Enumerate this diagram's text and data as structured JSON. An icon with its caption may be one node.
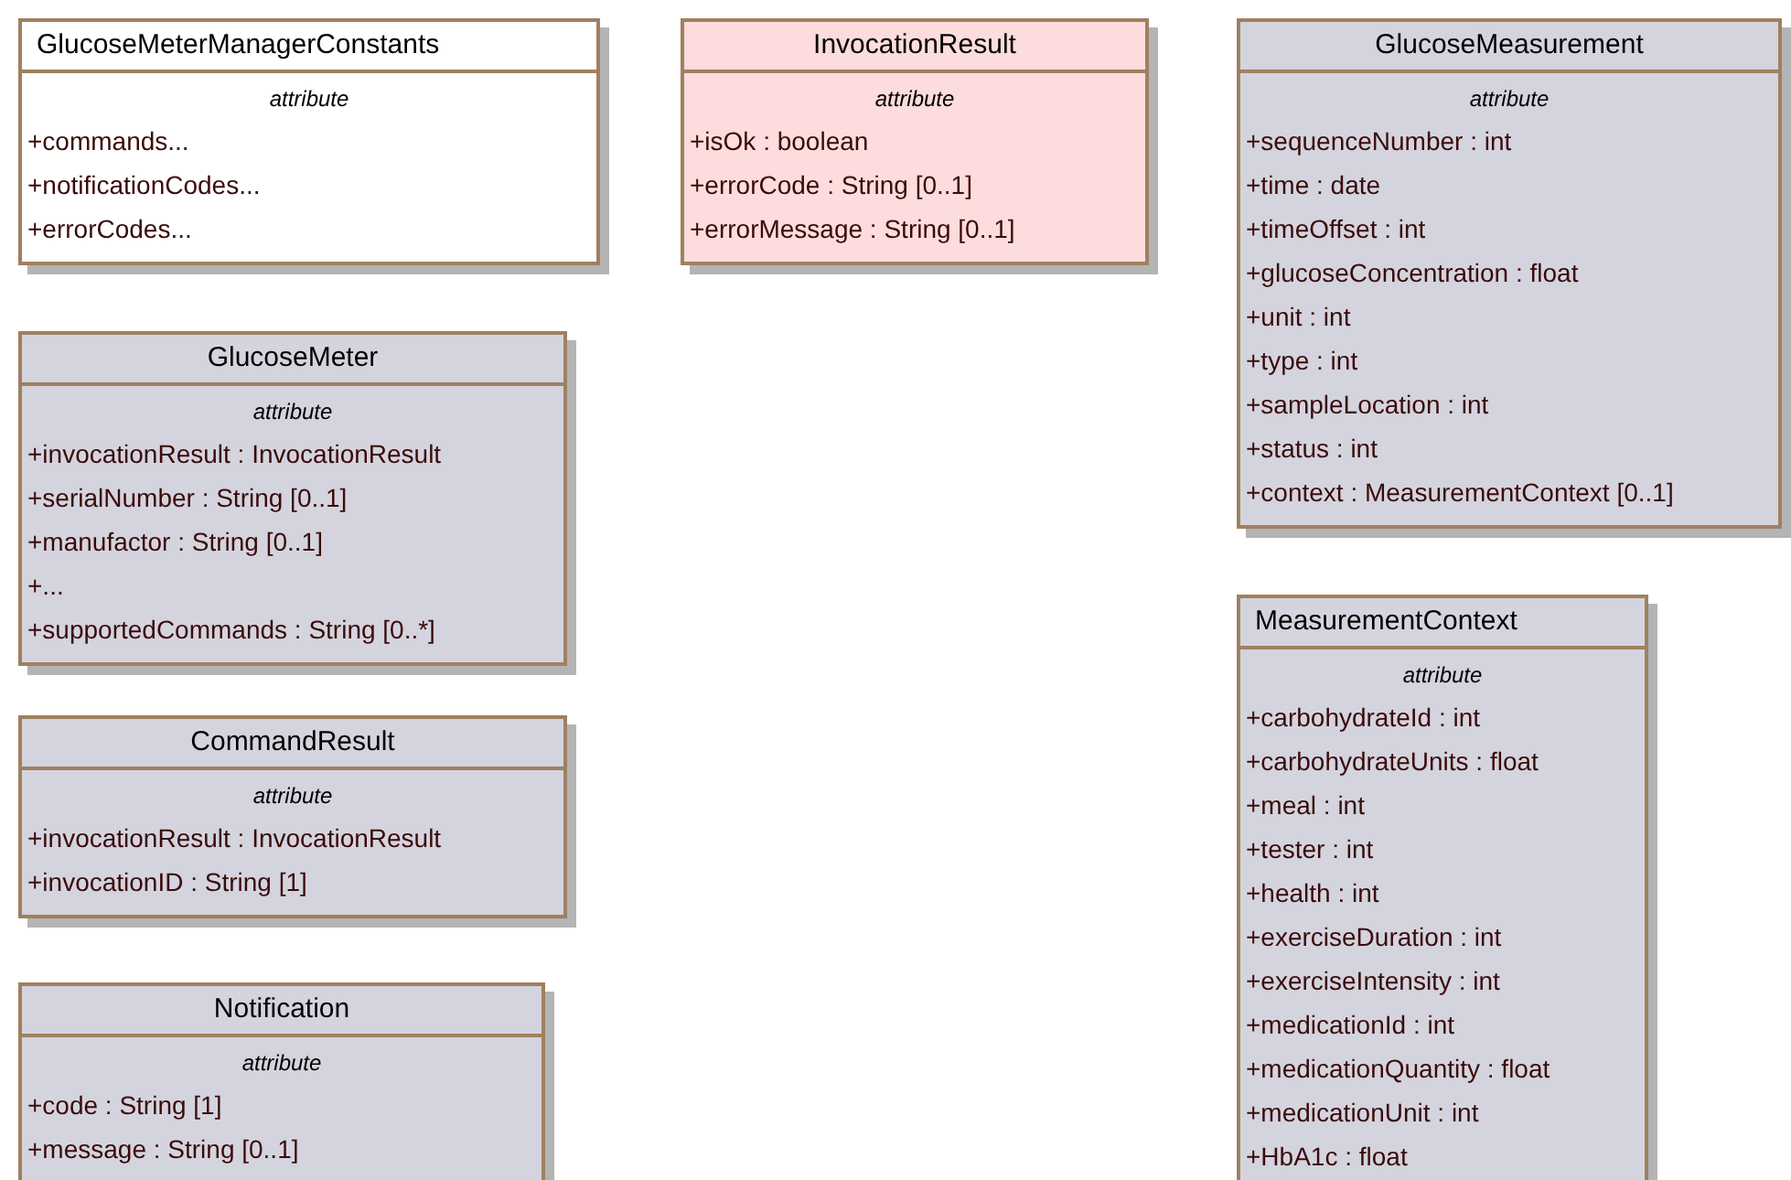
{
  "diagram": {
    "nodes": [
      {
        "text": [
          "GlucoseMeterManagerConstants",
          "attribute",
          "+commands...",
          "+notificationCodes...",
          "+errorCodes..."
        ]
      },
      {
        "text": [
          "InvocationResult",
          "attribute",
          "+isOk : boolean",
          "+errorCode : String [0..1]",
          "+errorMessage : String [0..1]"
        ]
      },
      {
        "text": [
          "GlucoseMeasurement",
          "attribute",
          "+sequenceNumber : int",
          "+time : date",
          "+timeOffset : int",
          "+glucoseConcentration : float",
          "+unit : int",
          "+type : int",
          "+sampleLocation : int",
          "+status : int",
          "+context : MeasurementContext [0..1]"
        ]
      },
      {
        "text": [
          "GlucoseMeter",
          "attribute",
          "+invocationResult : InvocationResult",
          "+serialNumber : String [0..1]",
          "+manufactor : String [0..1]",
          "+...",
          "+supportedCommands : String [0..*]"
        ]
      },
      {
        "text": [
          "CommandResult",
          "attribute",
          "+invocationResult : InvocationResult",
          "+invocationID : String [1]"
        ]
      },
      {
        "text": [
          "Notification",
          "attribute",
          "+code : String [1]",
          "+message : String [0..1]"
        ]
      },
      {
        "text": [
          "MeasurementContext",
          "attribute",
          "+carbohydrateId : int",
          "+carbohydrateUnits : float",
          "+meal : int",
          "+tester : int",
          "+health : int",
          "+exerciseDuration : int",
          "+exerciseIntensity : int",
          "+medicationId : int",
          "+medicationQuantity : float",
          "+medicationUnit : int",
          "+HbA1c : float"
        ]
      }
    ]
  }
}
